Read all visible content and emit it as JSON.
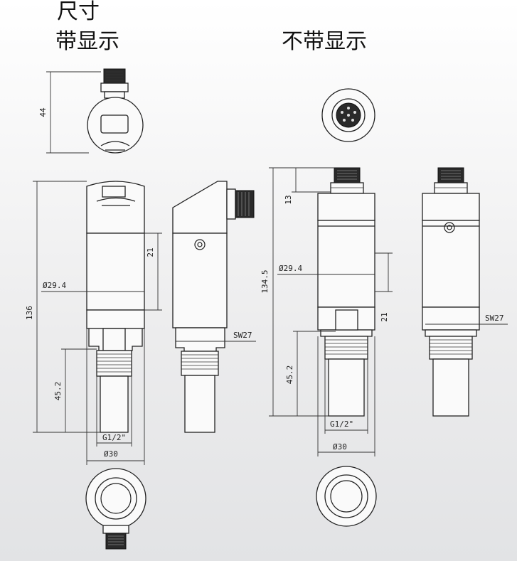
{
  "title": "尺寸",
  "with_display": "带显示",
  "without_display": "不带显示",
  "dims": {
    "d44": "44",
    "d136": "136",
    "d29_4_left": "Ø29.4",
    "d21_left": "21",
    "d45_2_left": "45.2",
    "g12_left": "G1/2\"",
    "d30_left": "Ø30",
    "sw27_side": "SW27",
    "d134_5": "134.5",
    "d13": "13",
    "d29_4_right": "Ø29.4",
    "d21_right": "21",
    "d45_2_right": "45.2",
    "g12_right": "G1/2\"",
    "d30_right": "Ø30",
    "sw27_far": "SW27"
  }
}
